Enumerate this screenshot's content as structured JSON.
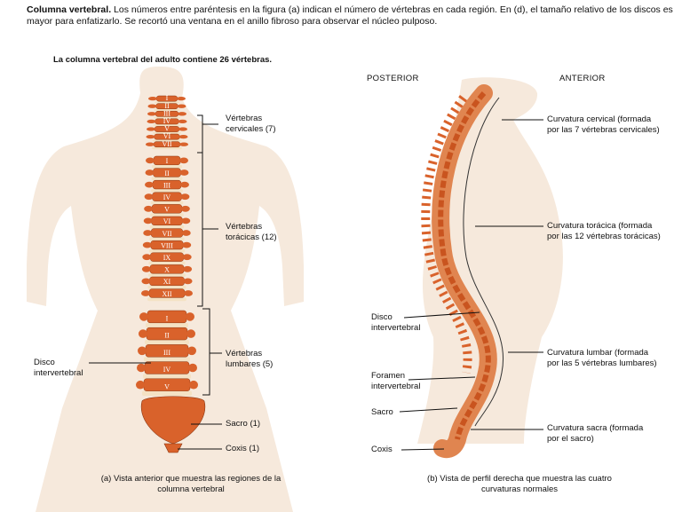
{
  "caption": {
    "bold": "Columna vertebral.",
    "text": " Los números entre paréntesis en la figura (a) indican el número de vértebras en cada región. En (d), el tamaño relativo de los discos es mayor para enfatizarlo. Se recortó una ventana en el anillo fibroso para observar el núcleo pulposo."
  },
  "subtitle": "La columna vertebral del adulto contiene 26 vértebras.",
  "panel_a": {
    "labels": {
      "cervical": "Vértebras\ncervicales (7)",
      "thoracic": "Vértebras\ntorácicas (12)",
      "lumbar": "Vértebras\nlumbares (5)",
      "disc": "Disco\nintervertebral",
      "sacrum": "Sacro (1)",
      "coccyx": "Coxis (1)"
    },
    "cervical_numerals": [
      "I",
      "II",
      "III",
      "IV",
      "V",
      "VI",
      "VII"
    ],
    "thoracic_numerals": [
      "I",
      "II",
      "III",
      "IV",
      "V",
      "VI",
      "VII",
      "VIII",
      "IX",
      "X",
      "XI",
      "XII"
    ],
    "lumbar_numerals": [
      "I",
      "II",
      "III",
      "IV",
      "V"
    ],
    "figure_caption": "(a) Vista anterior que muestra las regiones de la\ncolumna vertebral"
  },
  "panel_b": {
    "posterior": "POSTERIOR",
    "anterior": "ANTERIOR",
    "labels": {
      "cervical_curve": "Curvatura cervical (formada\npor las 7 vértebras cervicales)",
      "thoracic_curve": "Curvatura torácica (formada\npor las 12 vértebras torácicas)",
      "lumbar_curve": "Curvatura lumbar (formada\npor las 5 vértebras lumbares)",
      "sacral_curve": "Curvatura sacra (formada\npor el sacro)",
      "disc": "Disco\nintervertebral",
      "foramen": "Foramen\nintervertebral",
      "sacrum": "Sacro",
      "coccyx": "Coxis"
    },
    "figure_caption": "(b) Vista de perfil derecha que muestra las cuatro\ncurvaturas normales"
  },
  "colors": {
    "bone": "#d9622b",
    "bone_light": "#f0a070",
    "disc": "#f4e2c4",
    "skin": "#f6e9dc",
    "line": "#111111"
  }
}
